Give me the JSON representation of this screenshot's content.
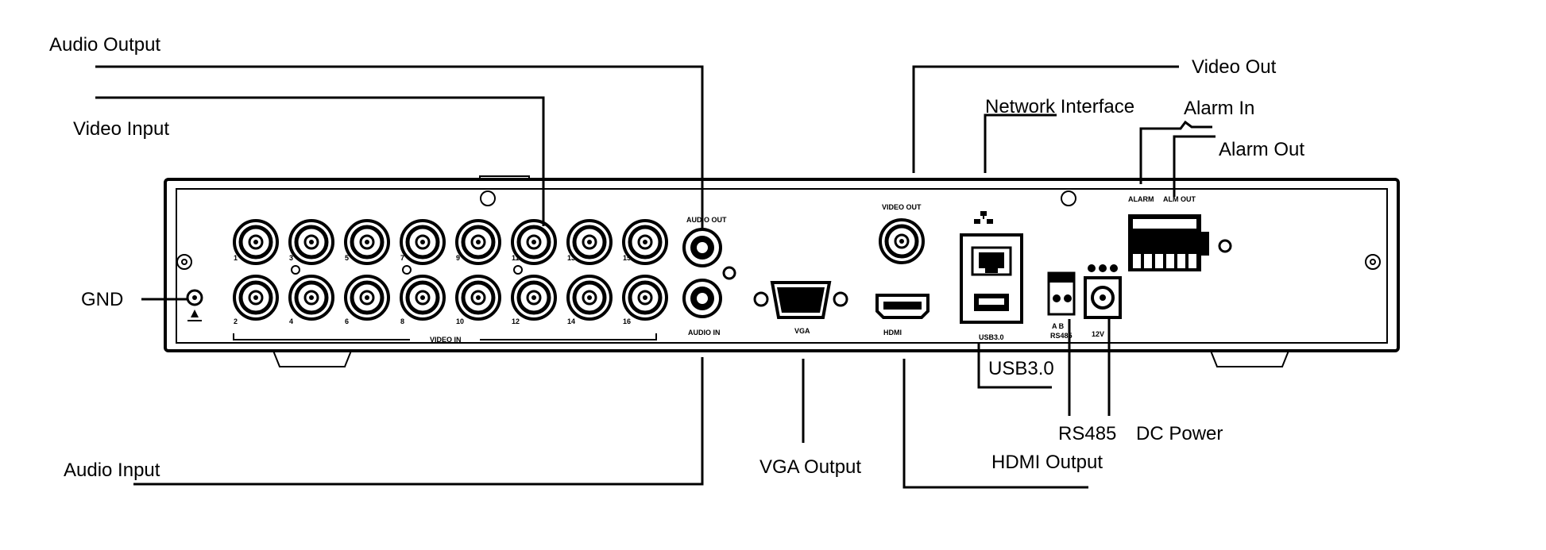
{
  "callouts": {
    "audio_output": "Audio Output",
    "video_input": "Video Input",
    "gnd": "GND",
    "audio_input": "Audio Input",
    "vga_output": "VGA Output",
    "video_out": "Video Out",
    "network_interface": "Network Interface",
    "alarm_in": "Alarm In",
    "alarm_out": "Alarm Out",
    "usb30": "USB3.0",
    "rs485": "RS485",
    "dc_power": "DC Power",
    "hdmi_output": "HDMI Output"
  },
  "panel_text": {
    "audio_out": "AUDIO OUT",
    "audio_in": "AUDIO IN",
    "vga": "VGA",
    "video_out": "VIDEO OUT",
    "hdmi": "HDMI",
    "video_in": "VIDEO IN",
    "usb": "USB3.0",
    "rs485": "RS485",
    "ab": "A  B",
    "power": "12V",
    "alarm_in": "ALARM",
    "alarm_out": "ALM OUT",
    "top_numbers": [
      "1",
      "3",
      "5",
      "7",
      "9",
      "11",
      "13",
      "15"
    ],
    "bottom_numbers": [
      "2",
      "4",
      "6",
      "8",
      "10",
      "12",
      "14",
      "16"
    ]
  }
}
